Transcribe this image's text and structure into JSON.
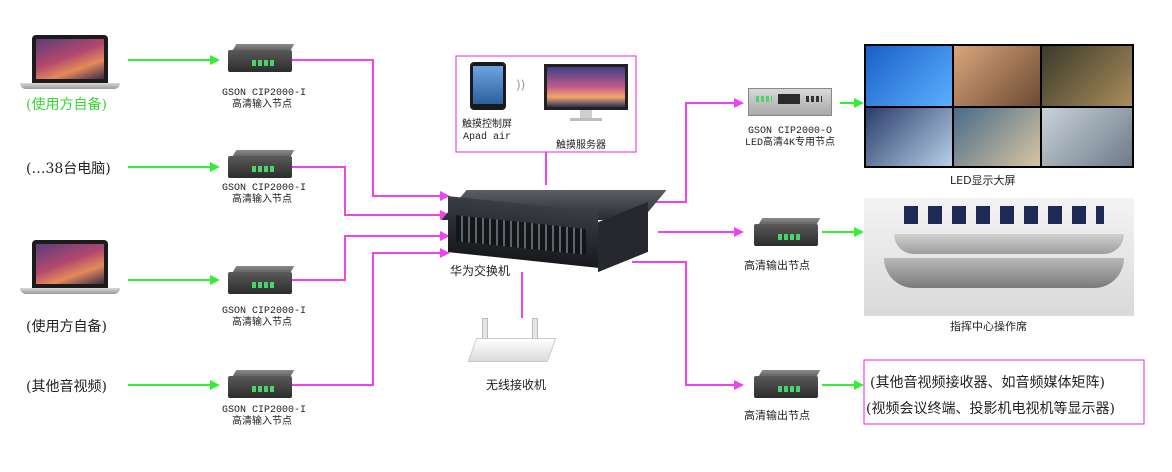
{
  "colors": {
    "input_line": "#33ee33",
    "network_line": "#ee44ee",
    "output_line": "#33ee33"
  },
  "sources": [
    {
      "label": "(使用方自备)",
      "icon": "laptop-icon",
      "highlight": "#39d639"
    },
    {
      "label": "(…38台电脑)",
      "icon": "none"
    },
    {
      "label": "(使用方自备)",
      "icon": "laptop-icon"
    },
    {
      "label": "(其他音视频)",
      "icon": "none"
    }
  ],
  "input_nodes": [
    {
      "model": "GSON CIP2000-I",
      "name": "高清输入节点"
    },
    {
      "model": "GSON CIP2000-I",
      "name": "高清输入节点"
    },
    {
      "model": "GSON CIP2000-I",
      "name": "高清输入节点"
    },
    {
      "model": "GSON CIP2000-I",
      "name": "高清输入节点"
    }
  ],
  "touch_panel": {
    "tablet_label": "触摸控制屏",
    "tablet_model": "Apad air",
    "server_label": "触摸服务器"
  },
  "switch": {
    "label": "华为交换机"
  },
  "router": {
    "label": "无线接收机"
  },
  "outputs": {
    "led_node": {
      "model": "GSON CIP2000-O",
      "name": "LED高清4K专用节点"
    },
    "led_screen": {
      "label": "LED显示大屏"
    },
    "hd_node_1": {
      "name": "高清输出节点"
    },
    "console": {
      "label": "指挥中心操作席"
    },
    "hd_node_2": {
      "name": "高清输出节点"
    },
    "other_devices": {
      "line1": "(其他音视频接收器、如音频媒体矩阵)",
      "line2": "(视频会议终端、投影机电视机等显示器)"
    }
  }
}
